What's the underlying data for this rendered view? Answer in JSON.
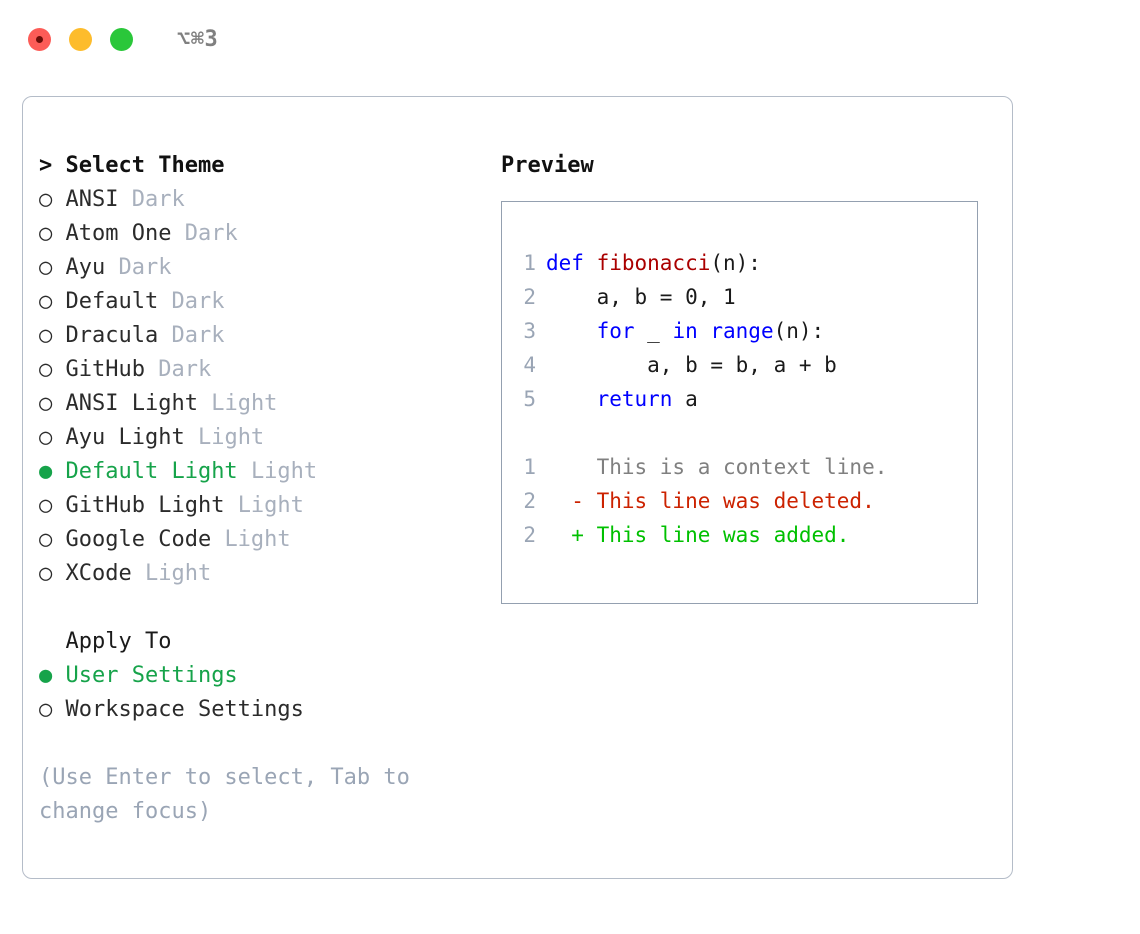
{
  "window": {
    "title": "⌥⌘3",
    "traffic_lights": [
      "close-red",
      "minimize-yellow",
      "zoom-green"
    ]
  },
  "left": {
    "theme_section": {
      "prefix": "> ",
      "heading": "Select Theme",
      "items": [
        {
          "marker": "○",
          "name": "ANSI",
          "tag": "Dark",
          "selected": false
        },
        {
          "marker": "○",
          "name": "Atom One",
          "tag": "Dark",
          "selected": false
        },
        {
          "marker": "○",
          "name": "Ayu",
          "tag": "Dark",
          "selected": false
        },
        {
          "marker": "○",
          "name": "Default",
          "tag": "Dark",
          "selected": false
        },
        {
          "marker": "○",
          "name": "Dracula",
          "tag": "Dark",
          "selected": false
        },
        {
          "marker": "○",
          "name": "GitHub",
          "tag": "Dark",
          "selected": false
        },
        {
          "marker": "○",
          "name": "ANSI Light",
          "tag": "Light",
          "selected": false
        },
        {
          "marker": "○",
          "name": "Ayu Light",
          "tag": "Light",
          "selected": false
        },
        {
          "marker": "●",
          "name": "Default Light",
          "tag": "Light",
          "selected": true
        },
        {
          "marker": "○",
          "name": "GitHub Light",
          "tag": "Light",
          "selected": false
        },
        {
          "marker": "○",
          "name": "Google Code",
          "tag": "Light",
          "selected": false
        },
        {
          "marker": "○",
          "name": "XCode",
          "tag": "Light",
          "selected": false
        }
      ]
    },
    "apply_section": {
      "prefix": "  ",
      "heading": "Apply To",
      "items": [
        {
          "marker": "●",
          "name": "User Settings",
          "selected": true
        },
        {
          "marker": "○",
          "name": "Workspace Settings",
          "selected": false
        }
      ]
    },
    "hint": "(Use Enter to select, Tab to change focus)"
  },
  "right": {
    "preview_label": "Preview",
    "code_lines": [
      {
        "num": "1",
        "tokens": [
          {
            "t": "def ",
            "c": "kw"
          },
          {
            "t": "fibonacci",
            "c": "fn"
          },
          {
            "t": "(n):",
            "c": "pl"
          }
        ]
      },
      {
        "num": "2",
        "tokens": [
          {
            "t": "    a, b = 0, 1",
            "c": "pl"
          }
        ]
      },
      {
        "num": "3",
        "tokens": [
          {
            "t": "    ",
            "c": "pl"
          },
          {
            "t": "for",
            "c": "kw"
          },
          {
            "t": " _ ",
            "c": "pl"
          },
          {
            "t": "in range",
            "c": "kw"
          },
          {
            "t": "(n):",
            "c": "pl"
          }
        ]
      },
      {
        "num": "4",
        "tokens": [
          {
            "t": "        a, b = b, a + b",
            "c": "pl"
          }
        ]
      },
      {
        "num": "5",
        "tokens": [
          {
            "t": "    ",
            "c": "pl"
          },
          {
            "t": "return",
            "c": "kw"
          },
          {
            "t": " a",
            "c": "pl"
          }
        ]
      }
    ],
    "diff_lines": [
      {
        "num": "1",
        "sign": "  ",
        "text": "This is a context line.",
        "cls": "ctx"
      },
      {
        "num": "2",
        "sign": "- ",
        "text": "This line was deleted.",
        "cls": "del"
      },
      {
        "num": "2",
        "sign": "+ ",
        "text": "This line was added.",
        "cls": "add"
      }
    ]
  },
  "colors": {
    "accent_green": "#16a34a",
    "diff_add": "#00c000",
    "diff_del": "#cc2200",
    "keyword_blue": "#0000ff",
    "function_red": "#aa0000",
    "muted": "#a8b0bd",
    "border": "#b4bcc8"
  }
}
